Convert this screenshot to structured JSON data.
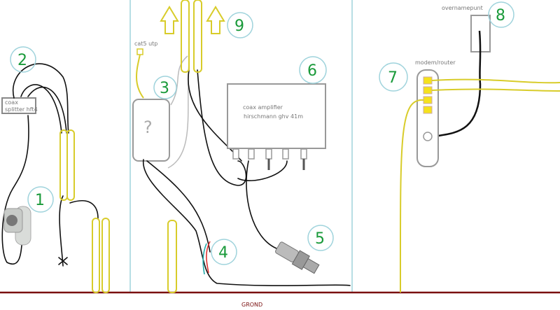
{
  "labels": {
    "splitter": [
      "coax",
      "splitter hft4"
    ],
    "cat5": "cat5 utp",
    "amplifier": [
      "coax amplifier",
      "hirschmann ghv 41m"
    ],
    "modem": "modem/router",
    "overname": "overnamepunt",
    "ground": "GROND"
  },
  "markers": [
    "1",
    "2",
    "3",
    "4",
    "5",
    "6",
    "7",
    "8",
    "9"
  ],
  "colors": {
    "coax_cable": "#111111",
    "utp_cable": "#d8cc2a",
    "ground_line": "#7a1010",
    "wall": "#9fd3dc",
    "marker": "#1a9a3a"
  }
}
